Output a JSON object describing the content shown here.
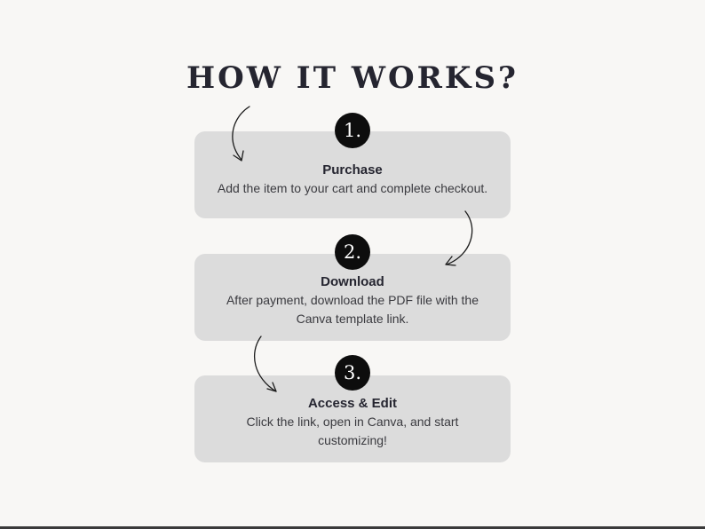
{
  "title": "HOW IT WORKS?",
  "steps": [
    {
      "number": "1.",
      "heading": "Purchase",
      "description": "Add the item to your cart and complete checkout."
    },
    {
      "number": "2.",
      "heading": "Download",
      "description": "After payment, download the PDF file with the Canva template link."
    },
    {
      "number": "3.",
      "heading": "Access & Edit",
      "description": "Click the link, open in Canva, and start customizing!"
    }
  ],
  "colors": {
    "background": "#f8f7f5",
    "card": "#dcdcdc",
    "badge": "#0d0d0d",
    "text": "#252530"
  },
  "icons": [
    "curved-arrow-icon"
  ]
}
